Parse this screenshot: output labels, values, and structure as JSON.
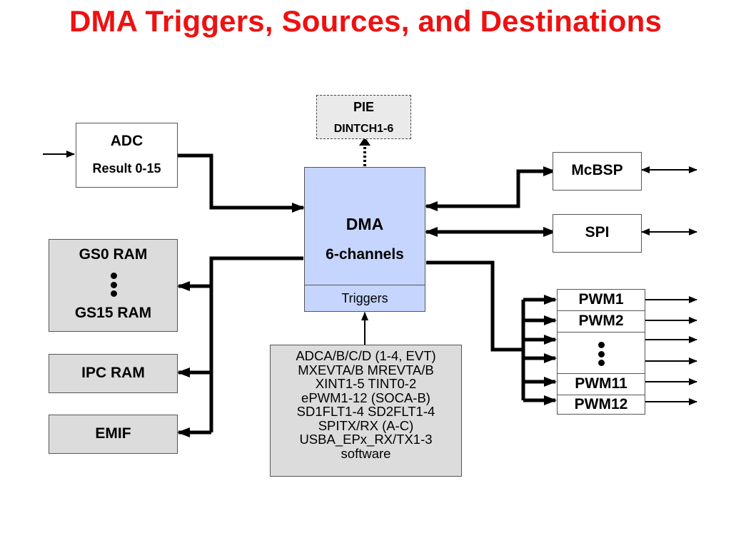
{
  "title": "DMA Triggers, Sources, and Destinations",
  "pie": {
    "title": "PIE",
    "sub": "DINTCH1-6"
  },
  "adc": {
    "title": "ADC",
    "sub": "Result 0-15"
  },
  "dma": {
    "title": "DMA",
    "sub": "6-channels",
    "triggers_label": "Triggers"
  },
  "gs_ram": {
    "top": "GS0 RAM",
    "bottom": "GS15 RAM"
  },
  "ipc_ram": {
    "label": "IPC RAM"
  },
  "emif": {
    "label": "EMIF"
  },
  "mcbsp": {
    "label": "McBSP"
  },
  "spi": {
    "label": "SPI"
  },
  "pwm": {
    "pwm1": "PWM1",
    "pwm2": "PWM2",
    "pwm11": "PWM11",
    "pwm12": "PWM12"
  },
  "triggers_list": [
    "ADCA/B/C/D (1-4, EVT)",
    "MXEVTA/B  MREVTA/B",
    "XINT1-5  TINT0-2",
    "ePWM1-12 (SOCA-B)",
    "SD1FLT1-4  SD2FLT1-4",
    "SPITX/RX (A-C)",
    "USBA_EPx_RX/TX1-3",
    "software"
  ]
}
